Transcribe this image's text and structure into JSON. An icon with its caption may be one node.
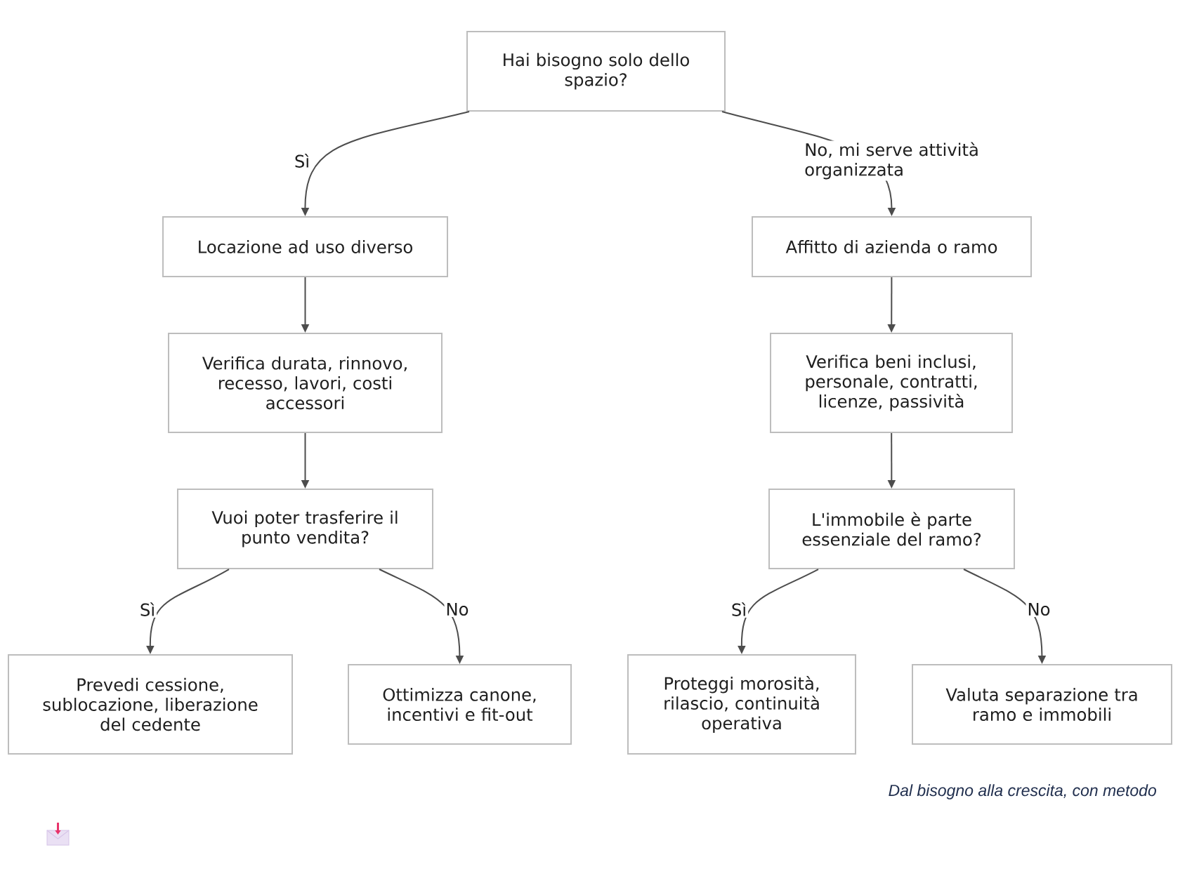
{
  "diagram": {
    "nodes": [
      {
        "text": [
          "Hai bisogno solo dello spazio?"
        ]
      },
      {
        "text": [
          "Locazione ad uso diverso"
        ]
      },
      {
        "text": [
          "Affitto di azienda o ramo"
        ]
      },
      {
        "text": [
          "Verifica durata, rinnovo, recesso, lavori, costi accessori"
        ]
      },
      {
        "text": [
          "Verifica beni inclusi, personale, contratti, licenze, passività"
        ]
      },
      {
        "text": [
          "Vuoi poter trasferire il punto vendita?"
        ]
      },
      {
        "text": [
          "L'immobile è parte essenziale del ramo?"
        ]
      },
      {
        "text": [
          "Prevedi cessione, sublocazione, liberazione del cedente"
        ]
      },
      {
        "text": [
          "Ottimizza canone, incentivi e fit-out"
        ]
      },
      {
        "text": [
          "Proteggi morosità, rilascio, continuità operativa"
        ]
      },
      {
        "text": [
          "Valuta separazione tra ramo e immobili"
        ]
      }
    ],
    "edges": [
      {
        "from": 0,
        "to": 1,
        "arrow": "to",
        "label": "Sì"
      },
      {
        "from": 0,
        "to": 2,
        "arrow": "to",
        "label": "No, mi serve attività organizzata"
      },
      {
        "from": 1,
        "to": 3,
        "arrow": "to"
      },
      {
        "from": 2,
        "to": 4,
        "arrow": "to"
      },
      {
        "from": 3,
        "to": 5,
        "arrow": "to"
      },
      {
        "from": 4,
        "to": 6,
        "arrow": "to"
      },
      {
        "from": 5,
        "to": 7,
        "arrow": "to",
        "label": "Sì"
      },
      {
        "from": 5,
        "to": 8,
        "arrow": "to",
        "label": "No"
      },
      {
        "from": 6,
        "to": 9,
        "arrow": "to",
        "label": "Sì"
      },
      {
        "from": 6,
        "to": 10,
        "arrow": "to",
        "label": "No"
      }
    ],
    "labels": [
      "Dal bisogno alla crescita, con metodo"
    ]
  }
}
